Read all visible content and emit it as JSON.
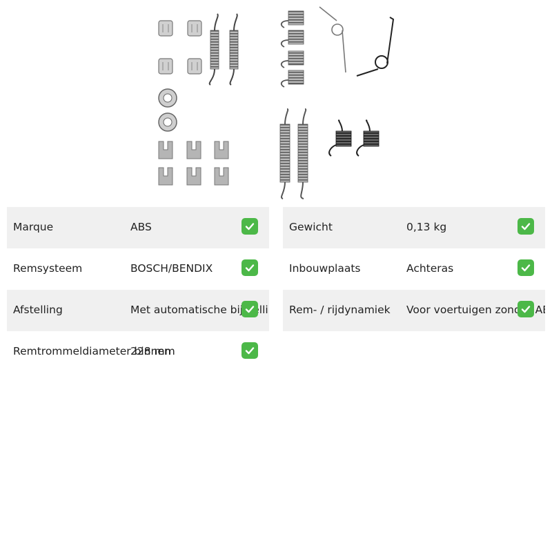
{
  "product": {
    "image_icon": "brake-shoe-accessory-kit-icon"
  },
  "left_specs": [
    {
      "label": "Marque",
      "value": "ABS"
    },
    {
      "label": "Remsysteem",
      "value": "BOSCH/BENDIX"
    },
    {
      "label": "Afstelling",
      "value": "Met automatische bijstelling"
    },
    {
      "label": "Remtrommeldiameter binnen",
      "value": "228 mm"
    }
  ],
  "right_specs": [
    {
      "label": "Gewicht",
      "value": "0,13 kg"
    },
    {
      "label": "Inbouwplaats",
      "value": "Achteras"
    },
    {
      "label": "Rem- / rijdynamiek",
      "value": "Voor voertuigen zonder ABS"
    }
  ],
  "icons": {
    "check": "check-mark-icon"
  },
  "colors": {
    "check_green": "#4cb848",
    "row_shade": "#f0f0f0"
  }
}
